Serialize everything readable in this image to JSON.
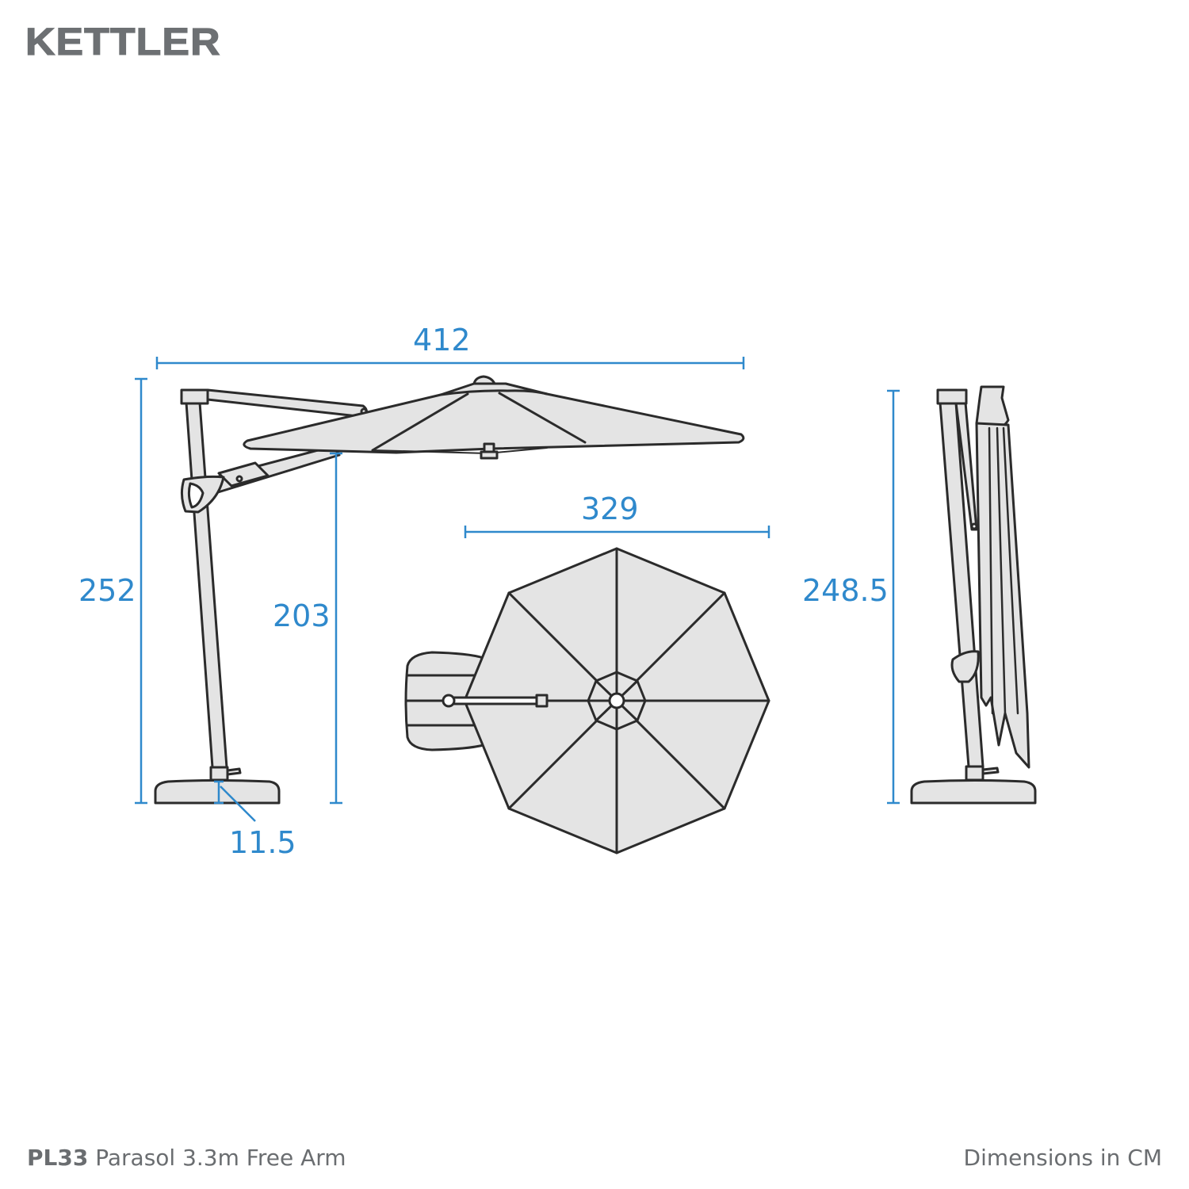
{
  "brand": {
    "logo_text": "KETTLER"
  },
  "footer": {
    "product_code": "PL33",
    "product_name": "Parasol 3.3m Free Arm",
    "units_note": "Dimensions in CM"
  },
  "colors": {
    "dimension_blue": "#2f89cc",
    "outline": "#2b2b2b",
    "fill_grey": "#e4e4e4",
    "text_grey": "#6a6d70"
  },
  "views": {
    "side_open": {
      "overall_width": "412",
      "overall_height": "252",
      "clearance_height": "203",
      "base_height": "11.5"
    },
    "top": {
      "canopy_diameter": "329"
    },
    "side_closed": {
      "closed_height": "248.5"
    }
  }
}
